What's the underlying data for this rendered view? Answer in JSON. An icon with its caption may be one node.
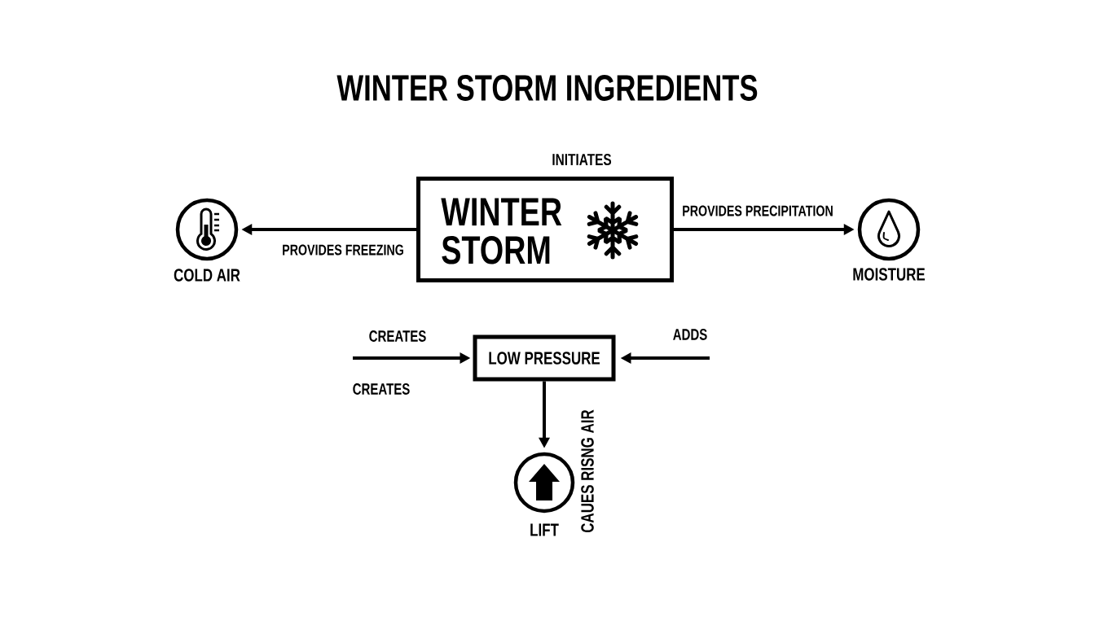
{
  "diagram": {
    "title": "WINTER STORM INGREDIENTS",
    "nodes": [
      {
        "text": [
          "COLD AIR"
        ]
      },
      {
        "text": [
          "WINTER STORM"
        ]
      },
      {
        "text": [
          "MOISTURE"
        ]
      },
      {
        "text": [
          "LOW PRESSURE"
        ]
      },
      {
        "text": [
          "LIFT"
        ]
      }
    ],
    "edges": [
      {
        "from": 1,
        "to": 0,
        "arrow": "to",
        "label": "PROVIDES FREEZING"
      },
      {
        "from": 1,
        "to": 2,
        "arrow": "to",
        "label": "PROVIDES PRECIPITATION"
      },
      {
        "from": null,
        "to": 3,
        "arrow": "to",
        "label": "CREATES"
      },
      {
        "from": null,
        "to": 3,
        "arrow": "to",
        "label": "ADDS"
      },
      {
        "from": 3,
        "to": 4,
        "arrow": "to",
        "label": "CAUES RISNG AIR"
      }
    ],
    "labels": [
      "INITIATES",
      "CREATES"
    ]
  }
}
